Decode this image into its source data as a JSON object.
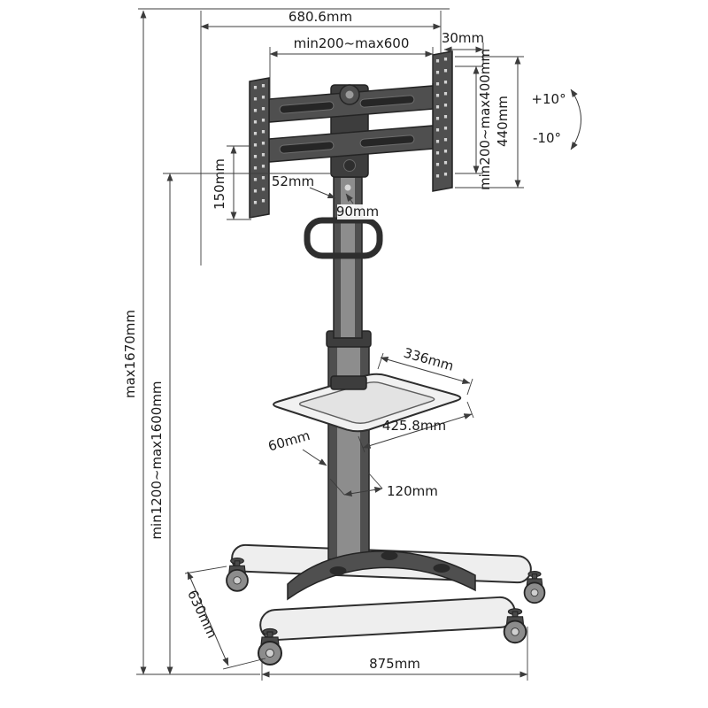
{
  "labels": {
    "total_width": "680.6mm",
    "vesa_width_range": "min200~max600",
    "bracket_offset": "30mm",
    "vesa_height_range": "min200~max400mm",
    "bracket_height": "440mm",
    "tilt_up": "+10°",
    "tilt_down": "-10°",
    "bracket_bottom": "150mm",
    "pole_depth": "52mm",
    "pole_width": "90mm",
    "overall_height": "max1670mm",
    "height_range": "min1200~max1600mm",
    "shelf_depth": "336mm",
    "shelf_width": "425.8mm",
    "shelf_offset": "60mm",
    "column_width": "120mm",
    "base_depth": "630mm",
    "base_width": "875mm"
  },
  "colors": {
    "outline": "#242424",
    "dimension": "#3c3c3c",
    "metal_dark": "#4f4f4f",
    "metal_mid": "#8d8d8d",
    "panel_light": "#f1f1f1",
    "tube_light": "#eeeeee",
    "background": "#ffffff"
  }
}
